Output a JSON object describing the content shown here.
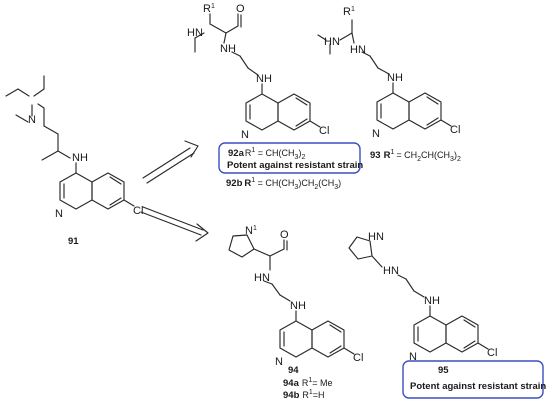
{
  "compounds": {
    "c91": {
      "label": "91"
    },
    "c92": {
      "caption_92a_prefix": "92a",
      "caption_92a_r": "R",
      "caption_92a_sup": "1",
      "caption_92a_value": " = CH(CH",
      "caption_92a_sub": "3",
      "caption_92a_close": ")",
      "caption_92a_sub2": "2",
      "potency_note": "Potent against resistant strain",
      "caption_92b_prefix": "92b",
      "caption_92b_r": "R",
      "caption_92b_sup": "1",
      "caption_92b_value": " = CH(CH",
      "caption_92b_sub": "3",
      "caption_92b_rest": ")CH",
      "caption_92b_sub2": "2",
      "caption_92b_rest2": "(CH",
      "caption_92b_sub3": "3",
      "caption_92b_close": ")"
    },
    "c93": {
      "label": "93",
      "r": "R",
      "sup": "1",
      "value": "= CH",
      "sub": "2",
      "rest": "CH(CH",
      "sub2": "3",
      "close": ")",
      "sub3": "2"
    },
    "c94": {
      "label": "94",
      "caption_a_prefix": "94a",
      "caption_a_r": "R",
      "caption_a_sup": "1",
      "caption_a_value": "= Me",
      "caption_b_prefix": "94b",
      "caption_b_r": "R",
      "caption_b_sup": "1",
      "caption_b_value": "=H"
    },
    "c95": {
      "label": "95",
      "potency_note": "Potent against resistant strain"
    }
  },
  "atoms": {
    "N": "N",
    "H": "H",
    "NH": "NH",
    "O": "O",
    "Cl": "Cl",
    "R": "R",
    "one": "1"
  },
  "colors": {
    "ink": "#1a1a1a",
    "box_border": "#3a4fc0"
  }
}
